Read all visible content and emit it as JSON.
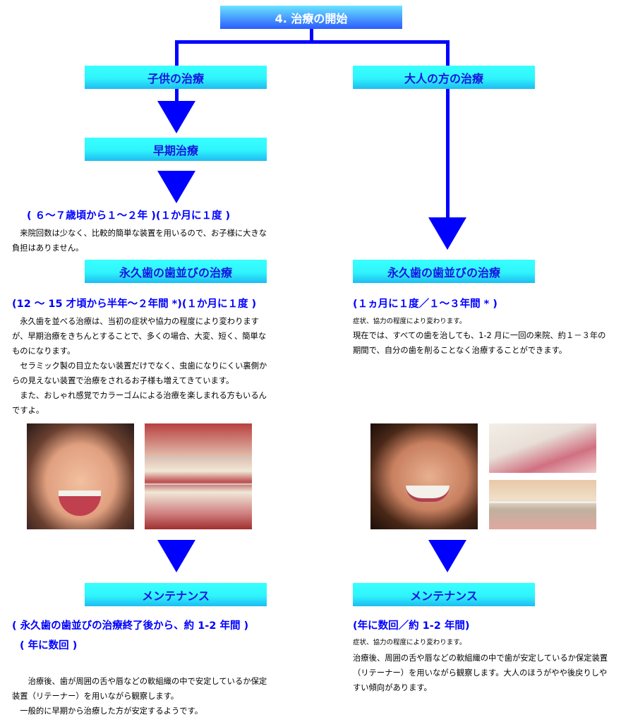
{
  "title": "4. 治療の開始",
  "child": {
    "box": "子供の治療",
    "early_box": "早期治療",
    "early_period": "( ６～７歳頃から１～２年 )(１か月に１度 )",
    "early_text": "　来院回数は少なく、比較的簡単な装置を用いるので、お子様に大きな負担はありません。",
    "perm_box": "永久歯の歯並びの治療",
    "perm_period": "(12 ～ 15 才頃から半年～２年間 *)(１か月に１度 )",
    "perm_text": [
      "　永久歯を並べる治療は、当初の症状や協力の程度により変わりますが、早期治療をきちんとすることで、多くの場合、大変、短く、簡単なものになります。",
      "　セラミック製の目立たない装置だけでなく、虫歯になりにくい裏側からの見えない装置で治療をされるお子様も増えてきています。",
      "　また、おしゃれ感覚でカラーゴムによる治療を楽しまれる方もいるんですよ。"
    ],
    "maint_box": "メンテナンス",
    "maint_period": "( 永久歯の歯並びの治療終了後から、約 1-2 年間 )",
    "maint_freq": "( 年に数回 )",
    "maint_text": [
      "　　治療後、歯が周囲の舌や唇などの軟組織の中で安定しているか保定装置（リテーナー）を用いながら観察します。",
      "　一般的に早期から治療した方が安定するようです。"
    ]
  },
  "adult": {
    "box": "大人の方の治療",
    "perm_box": "永久歯の歯並びの治療",
    "perm_period": "(１ヵ月に１度／１～３年間 * )",
    "perm_note": "症状、協力の程度により変わります。",
    "perm_text": "現在では、すべての歯を治しても、1-2 月に一回の来院、約１－３年の期間で、自分の歯を削ることなく治療することができます。",
    "maint_box": "メンテナンス",
    "maint_period": "(年に数回／約 1-2 年間)",
    "maint_note": "症状、協力の程度により変わります。",
    "maint_text": "治療後、周囲の舌や唇などの軟組織の中で歯が安定しているか保定装置（リテーナー）を用いながら観察します。大人のほうがやや後戻りしやすい傾向があります。"
  },
  "colors": {
    "line": "#0000ff",
    "box_text": "#1515e0",
    "heading": "#0000ff"
  }
}
